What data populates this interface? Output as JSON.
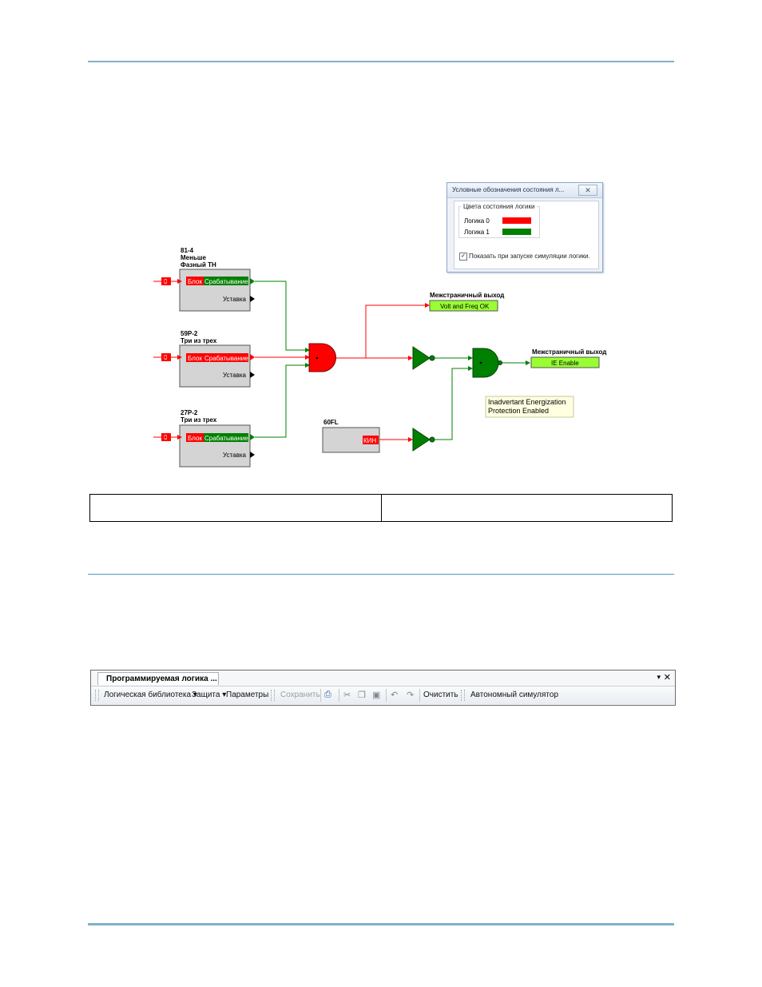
{
  "diagram": {
    "blocks": [
      {
        "title1": "81-4",
        "title2": "Меньше",
        "title3": "Фазный TH",
        "input_value": "0",
        "block_label": "Блок",
        "trip_label": "Срабатывание",
        "setting_label": "Уставка"
      },
      {
        "title1": "59P-2",
        "title2": "Три из трех",
        "input_value": "0",
        "block_label": "Блок",
        "trip_label": "Срабатывание",
        "setting_label": "Уставка"
      },
      {
        "title1": "27P-2",
        "title2": "Три из трех",
        "input_value": "0",
        "block_label": "Блок",
        "trip_label": "Срабатывание",
        "setting_label": "Уставка"
      }
    ],
    "fl_block": {
      "title": "60FL",
      "output_label": "КИН"
    },
    "outputs": [
      {
        "header": "Межстраничный выход",
        "label": "Volt and Freq OK"
      },
      {
        "header": "Межстраничный выход",
        "label": "IE Enable"
      }
    ],
    "tooltip": {
      "line1": "Inadvertant Energization",
      "line2": "Protection Enabled"
    },
    "colors": {
      "logic0": "#ff0000",
      "logic1": "#008000",
      "output_fill": "#99ff33"
    }
  },
  "legend_dialog": {
    "title": "Условные обозначения состояния л...",
    "close": "✕",
    "group_title": "Цвета состояния логики",
    "logic0_label": "Логика 0",
    "logic1_label": "Логика 1",
    "checkbox_checked": "✓",
    "checkbox_label": "Показать при запуске симуляции логики."
  },
  "toolbar": {
    "tab_label": "Программируемая логика ...",
    "pin": "▾",
    "close": "✕",
    "library": "Логическая библиотека ▾",
    "protection": "Защита ▾",
    "parameters": "Параметры",
    "save": "Сохранить",
    "clear": "Очистить",
    "simulator": "Автономный симулятор",
    "icons": {
      "print": "print-icon",
      "cut": "cut-icon",
      "copy": "copy-icon",
      "paste": "paste-icon",
      "undo": "undo-icon",
      "redo": "redo-icon"
    }
  }
}
